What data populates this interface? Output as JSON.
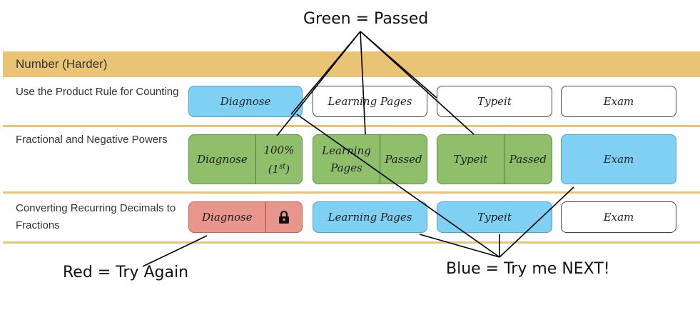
{
  "annotations": {
    "green": "Green = Passed",
    "red": "Red = Try Again",
    "blue": "Blue = Try me NEXT!"
  },
  "section": {
    "title": "Number (Harder)"
  },
  "rows": [
    {
      "label": "Use the Product Rule for Counting",
      "diagnose": "Diagnose",
      "learning": "Learning Pages",
      "typeit": "Typeit",
      "exam": "Exam"
    },
    {
      "label": "Fractional and Negative Powers",
      "diagnose": "Diagnose",
      "diagnose_score": "100%",
      "diagnose_attempt": "(1",
      "diagnose_attempt_sup": "st",
      "diagnose_attempt_close": ")",
      "learning": "Learning Pages",
      "learning_status": "Passed",
      "typeit": "Typeit",
      "typeit_status": "Passed",
      "exam": "Exam"
    },
    {
      "label": "Converting Recurring Decimals to Fractions",
      "diagnose": "Diagnose",
      "learning": "Learning Pages",
      "typeit": "Typeit",
      "exam": "Exam"
    }
  ],
  "colors": {
    "header": "#e8c474",
    "blue": "#7fd0f2",
    "green": "#8fbf6a",
    "red": "#e8958c"
  },
  "icons": {
    "lock": "lock-icon"
  }
}
